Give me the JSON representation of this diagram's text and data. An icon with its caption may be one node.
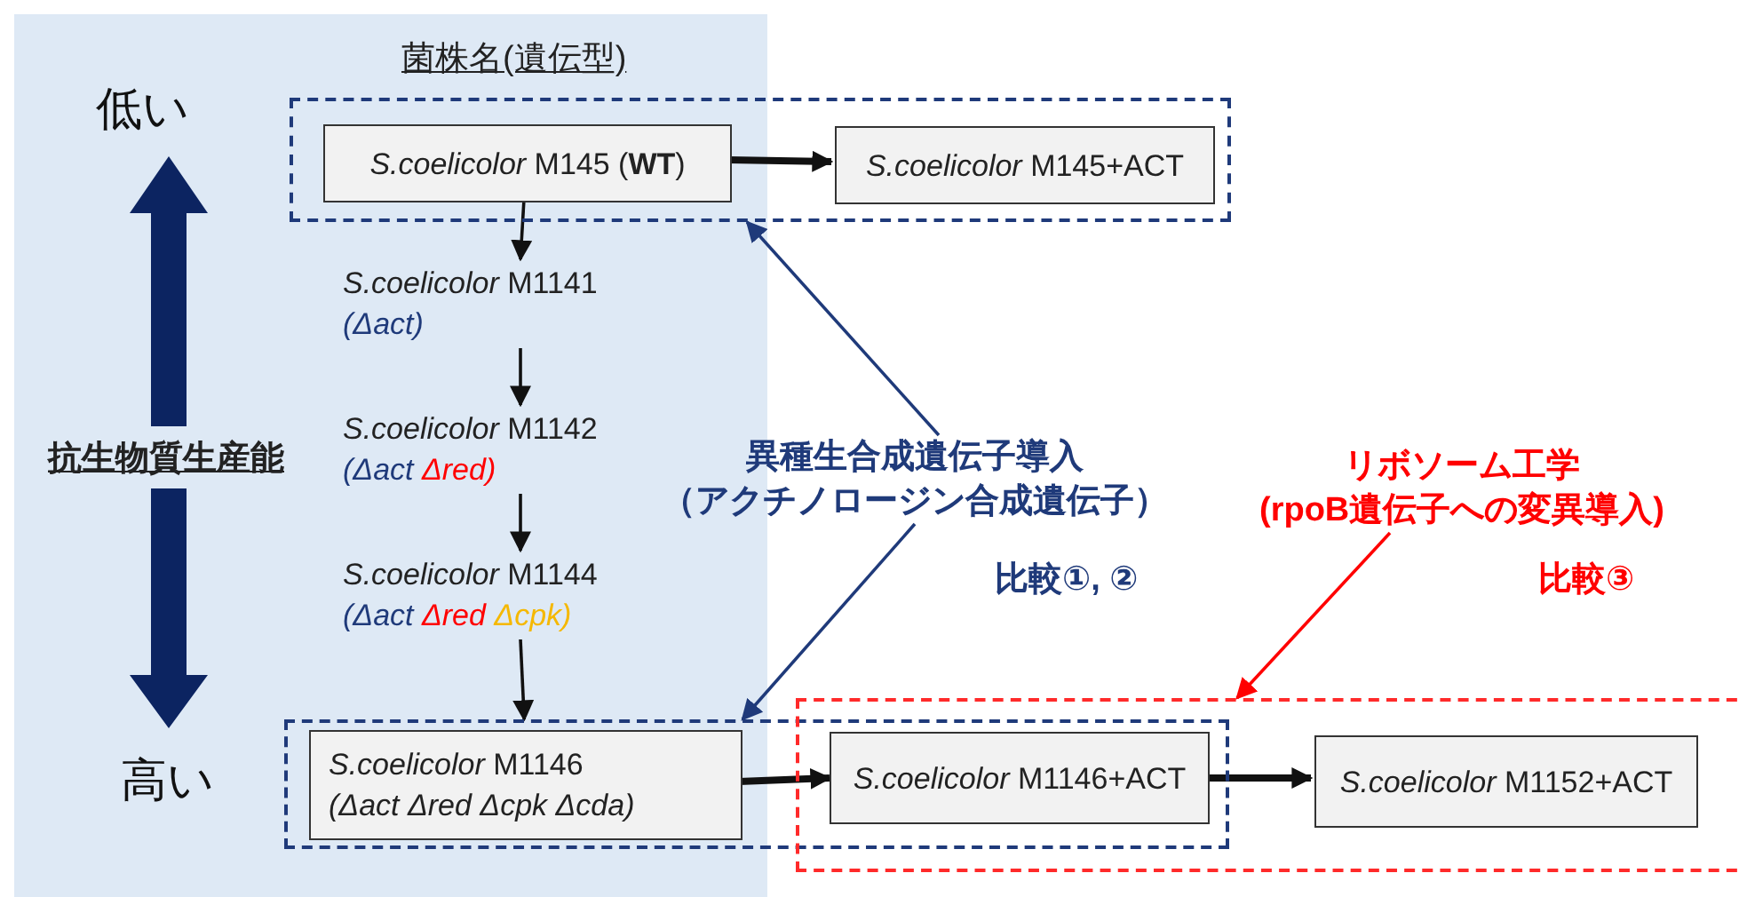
{
  "diagram": {
    "nodes": [
      {
        "text": [],
        "shape": "box"
      },
      {
        "text": [
          "*S.coelicolor* M145 (**WT**)"
        ],
        "in": 0
      },
      {
        "text": [
          "*S.coelicolor* M145+ACT"
        ],
        "in": 0
      },
      {
        "text": [
          "*S.coelicolor* M1141",
          "(Δact)"
        ]
      },
      {
        "text": [
          "*S.coelicolor* M1142",
          "(Δact Δred)"
        ]
      },
      {
        "text": [
          "*S.coelicolor* M1144",
          "(Δact Δred Δcpk)"
        ]
      },
      {
        "text": [],
        "shape": "box"
      },
      {
        "text": [
          "*S.coelicolor* M1146",
          "(Δact Δred Δcpk Δcda)"
        ],
        "in": 6
      },
      {
        "text": [],
        "shape": "box"
      },
      {
        "text": [
          "*S.coelicolor* M1146+ACT"
        ]
      },
      {
        "text": [
          "*S.coelicolor* M1152+ACT"
        ],
        "in": 8
      },
      {
        "text": [
          "異種生合成遺伝子導入",
          "（アクチノロージン合成遺伝子）"
        ]
      },
      {
        "text": [
          "リボソーム工学",
          "(rpoB遺伝子への変異導入)"
        ]
      }
    ],
    "edges": [
      {
        "from": 1,
        "to": 2,
        "arrow": "to",
        "style": "thick"
      },
      {
        "from": 1,
        "to": 3,
        "arrow": "to"
      },
      {
        "from": 3,
        "to": 4,
        "arrow": "to"
      },
      {
        "from": 4,
        "to": 5,
        "arrow": "to"
      },
      {
        "from": 5,
        "to": 6,
        "arrow": "to"
      },
      {
        "from": 7,
        "to": 9,
        "arrow": "to",
        "style": "thick"
      },
      {
        "from": 9,
        "to": 10,
        "arrow": "to",
        "style": "thick"
      },
      {
        "from": 11,
        "to": 0,
        "arrow": "to",
        "color": "#1f3a7a"
      },
      {
        "from": 11,
        "to": 6,
        "arrow": "to",
        "color": "#1f3a7a"
      },
      {
        "from": 12,
        "to": 8,
        "arrow": "to",
        "color": "#ff0000"
      }
    ],
    "labels": [
      "菌株名(遺伝型)",
      "低い",
      "抗生物質生産能",
      "高い",
      "比較①, ②",
      "比較③"
    ]
  }
}
